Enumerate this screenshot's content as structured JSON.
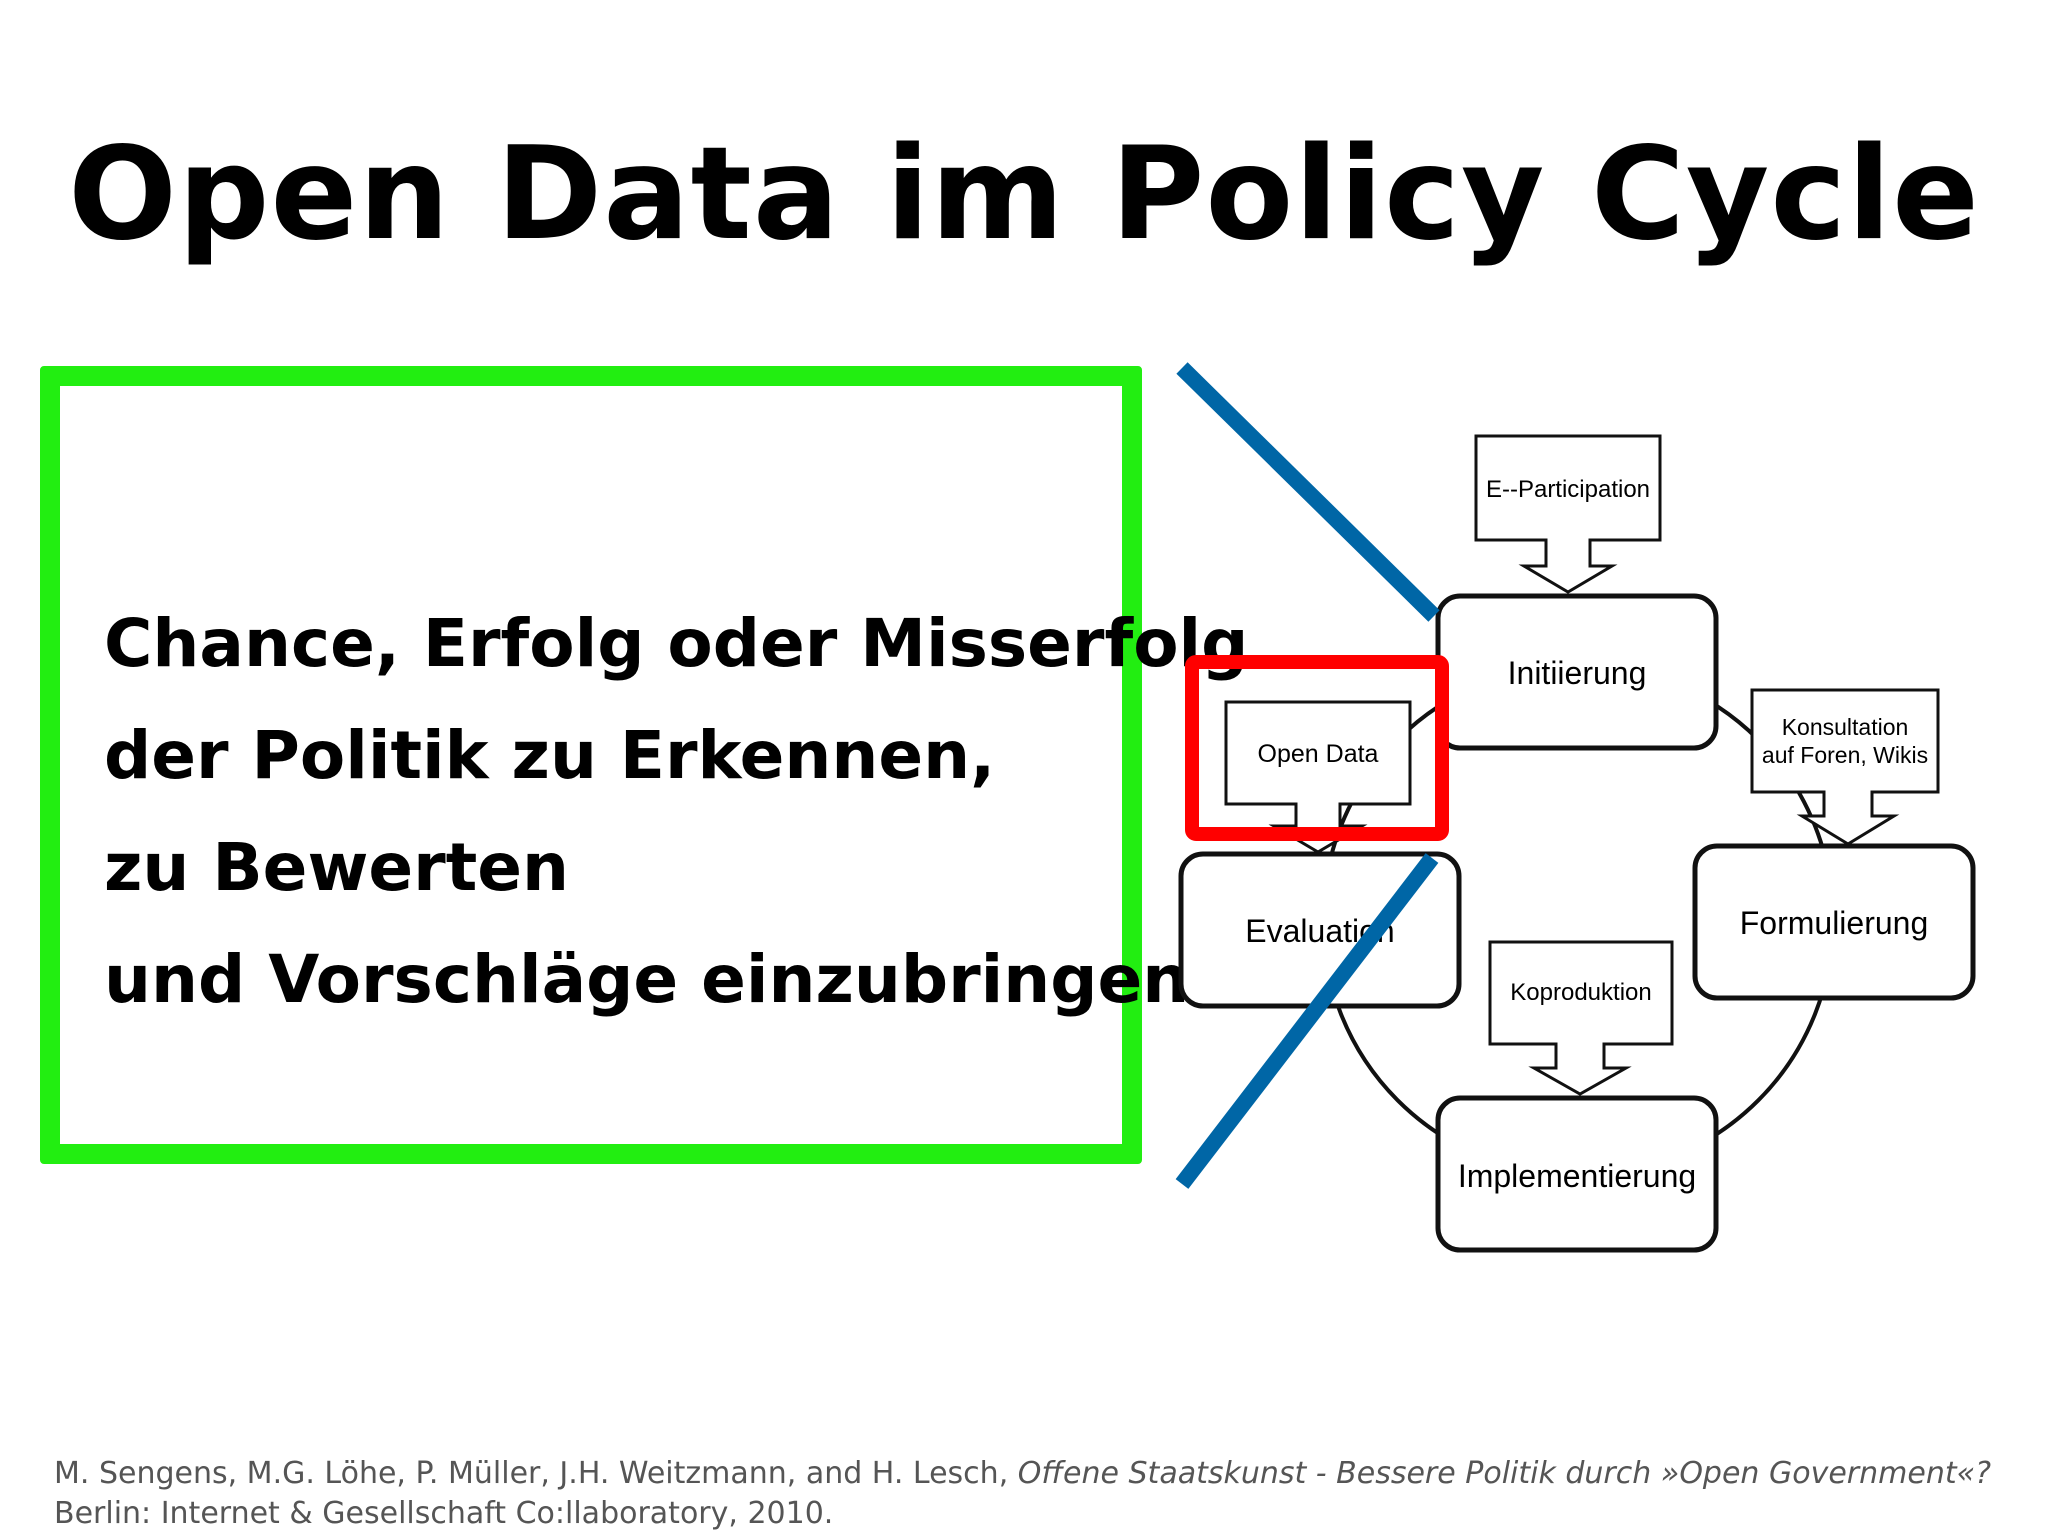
{
  "slide": {
    "title": "Open Data im Policy Cycle",
    "statement": [
      "Chance, Erfolg oder Misserfolg",
      "der Politik zu Erkennen,",
      "zu Bewerten",
      "und Vorschläge einzubringen"
    ]
  },
  "diagram": {
    "stages": {
      "initiierung": "Initiierung",
      "formulierung": "Formulierung",
      "implementierung": "Implementierung",
      "evaluation": "Evaluation"
    },
    "callouts": {
      "e_participation": "E--Participation",
      "open_data": "Open Data",
      "konsultation_line1": "Konsultation",
      "konsultation_line2": "auf Foren, Wikis",
      "koproduktion": "Koproduktion"
    }
  },
  "citation": {
    "authors": "M. Sengens, M.G. Löhe, P. Müller, J.H. Weitzmann, and H. Lesch,",
    "work": "Offene Staatskunst - Bessere Politik durch »Open Government«?",
    "publisher": "Berlin: Internet & Gesellschaft Co:llaboratory, 2010."
  },
  "colors": {
    "frame_green": "#22ee11",
    "highlight_red": "#ff0000",
    "strike_blue": "#0066a6"
  }
}
